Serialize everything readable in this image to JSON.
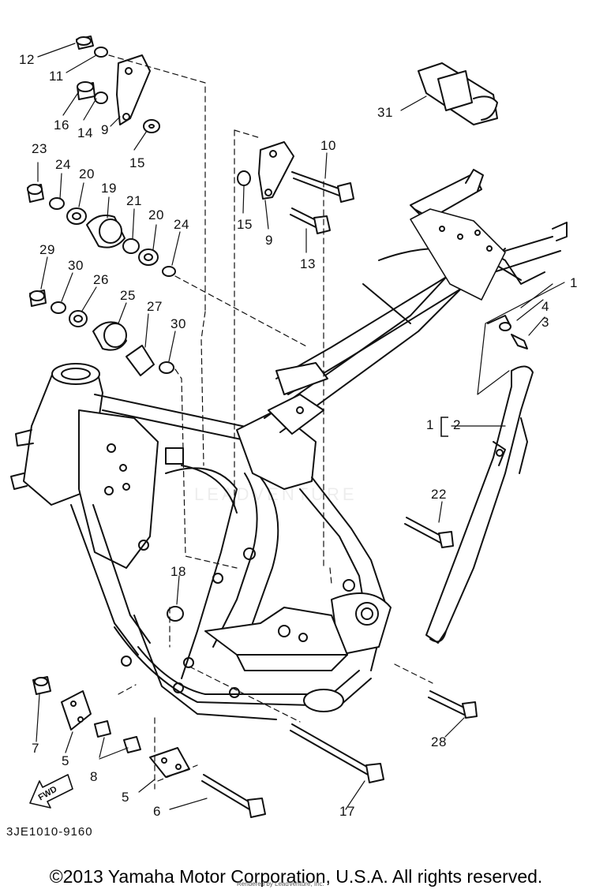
{
  "diagram": {
    "part_code": "3JE1010-9160",
    "fwd_label": "FWD",
    "watermark": "LEADVENTURE",
    "rendered_by": "Rendered by LeadVenture, Inc.",
    "copyright": "©2013 Yamaha Motor Corporation, U.S.A. All rights reserved.",
    "callouts": [
      "12",
      "11",
      "16",
      "14",
      "9",
      "15",
      "23",
      "24",
      "20",
      "19",
      "21",
      "20",
      "24",
      "29",
      "30",
      "26",
      "25",
      "27",
      "30",
      "10",
      "15",
      "9",
      "13",
      "31",
      "1",
      "4",
      "3",
      "1",
      "2",
      "22",
      "18",
      "7",
      "5",
      "8",
      "5",
      "6",
      "17",
      "28"
    ]
  }
}
